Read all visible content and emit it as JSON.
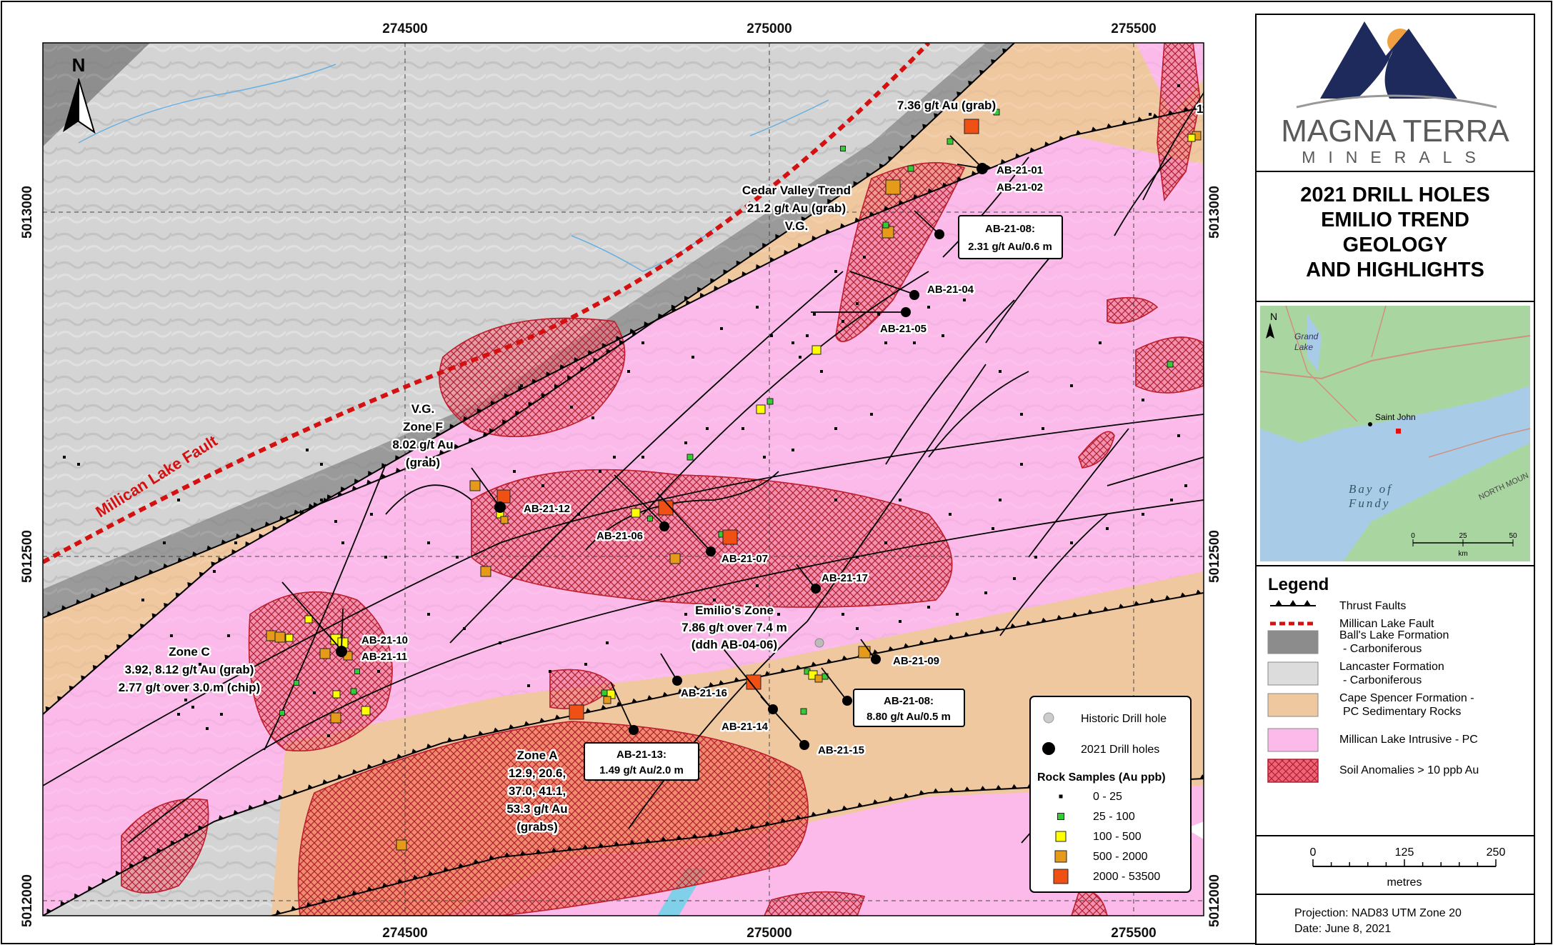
{
  "map": {
    "fault_label": "Millican Lake Fault",
    "north_label": "N",
    "easting_labels": [
      "274500",
      "275000",
      "275500"
    ],
    "northing_labels": [
      "5013000",
      "5012500",
      "5012000"
    ]
  },
  "labels": {
    "grab_736": "7.36 g/t Au (grab)",
    "edge_1": "1",
    "ab2101": "AB-21-01",
    "ab2102": "AB-21-02",
    "cedar_1": "Cedar Valley Trend",
    "cedar_2": "21.2  g/t Au (grab)",
    "cedar_3": "V.G.",
    "ab2108a_1": "AB-21-08:",
    "ab2108a_2": "2.31 g/t Au/0.6 m",
    "ab2104": "AB-21-04",
    "ab2105": "AB-21-05",
    "zonef_1": "V.G.",
    "zonef_2": "Zone F",
    "zonef_3": "8.02 g/t Au",
    "zonef_4": "(grab)",
    "ab2112": "AB-21-12",
    "ab2106": "AB-21-06",
    "ab2107": "AB-21-07",
    "ab2117": "AB-21-17",
    "emilio_1": "Emilio's Zone",
    "emilio_2": "7.86 g/t over 7.4 m",
    "emilio_3": "(ddh AB-04-06)",
    "ab2110": "AB-21-10",
    "ab2111": "AB-21-11",
    "zonec_1": "Zone C",
    "zonec_2": "3.92, 8.12 g/t Au (grab)",
    "zonec_3": "2.77 g/t over 3.0 m (chip)",
    "ab2109": "AB-21-09",
    "ab2116": "AB-21-16",
    "ab2108b_1": "AB-21-08:",
    "ab2108b_2": "8.80 g/t Au/0.5 m",
    "ab2114": "AB-21-14",
    "ab2115": "AB-21-15",
    "ab2113_1": "AB-21-13:",
    "ab2113_2": "1.49 g/t Au/2.0 m",
    "zonea_1": "Zone A",
    "zonea_2": "12.9, 20.6,",
    "zonea_3": "37.0, 41.1,",
    "zonea_4": "53.3 g/t Au",
    "zonea_5": "(grabs)"
  },
  "inset_legend": {
    "historic": "Historic Drill hole",
    "drill2021": "2021 Drill holes",
    "rock_title": "Rock Samples (Au ppb)",
    "classes": [
      "0 - 25",
      "25 - 100",
      "100 - 500",
      "500 - 2000",
      "2000 - 53500"
    ],
    "class_colors": [
      "#000000",
      "#33cc33",
      "#ffff00",
      "#e69a1a",
      "#f05014"
    ]
  },
  "panel": {
    "logo_line1": "MAGNA TERRA",
    "logo_line2": "MINERALS",
    "title_lines": [
      "2021 DRILL HOLES",
      "EMILIO TREND",
      "GEOLOGY",
      "AND HIGHLIGHTS"
    ],
    "locator": {
      "north": "N",
      "grand_lake_1": "Grand",
      "grand_lake_2": "Lake",
      "saint_john": "Saint John",
      "bay_1": "Bay of",
      "bay_2": "Fundy",
      "north_mount": "NORTH MOUN",
      "scale_ticks": [
        "0",
        "25",
        "50"
      ],
      "scale_unit": "km"
    },
    "legend_title": "Legend",
    "legend_items": [
      {
        "label": "Thrust Faults",
        "sub": ""
      },
      {
        "label": "Millican Lake Fault",
        "sub": ""
      },
      {
        "label": "Ball's Lake Formation",
        "sub": "- Carboniferous"
      },
      {
        "label": "Lancaster Formation",
        "sub": "- Carboniferous"
      },
      {
        "label": "Cape Spencer Formation -",
        "sub": "PC Sedimentary Rocks"
      },
      {
        "label": "Millican Lake Intrusive - PC",
        "sub": ""
      },
      {
        "label": "Soil Anomalies > 10 ppb Au",
        "sub": ""
      }
    ],
    "legend_colors": {
      "balls_lake": "#8c8c8c",
      "lancaster": "#dcdcdc",
      "cape_spencer": "#f0c8a0",
      "millican_intrusive": "#fbbaea",
      "soil_anomaly": "#f0647a"
    },
    "scale_ticks": [
      "0",
      "125",
      "250"
    ],
    "scale_unit": "metres",
    "projection": "Projection: NAD83 UTM Zone 20",
    "date": "Date: June 8, 2021"
  }
}
